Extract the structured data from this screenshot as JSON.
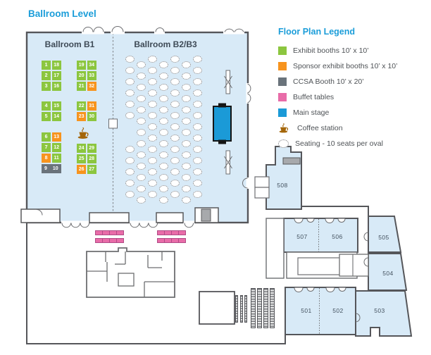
{
  "title": "Ballroom Level",
  "ballrooms": {
    "b1": "Ballroom B1",
    "b23": "Ballroom B2/B3"
  },
  "legend": {
    "title": "Floor Plan Legend",
    "items": [
      {
        "icon": "exhibit-swatch",
        "label": "Exhibit booths 10’ x 10’"
      },
      {
        "icon": "sponsor-swatch",
        "label": "Sponsor exhibit booths 10’ x 10’"
      },
      {
        "icon": "ccsa-swatch",
        "label": "CCSA Booth 10’ x 20’"
      },
      {
        "icon": "buffet-swatch",
        "label": "Buffet tables"
      },
      {
        "icon": "stage-swatch",
        "label": "Main stage"
      },
      {
        "icon": "coffee-icon",
        "label": "Coffee station"
      },
      {
        "icon": "seating-icon",
        "label": "Seating - 10 seats per oval"
      }
    ]
  },
  "booths": {
    "left_clusters": [
      [
        [
          [
            "1",
            "exhibit"
          ],
          [
            "18",
            "exhibit"
          ]
        ],
        [
          [
            "2",
            "exhibit"
          ],
          [
            "17",
            "exhibit"
          ]
        ],
        [
          [
            "3",
            "exhibit"
          ],
          [
            "16",
            "exhibit"
          ]
        ]
      ],
      [
        [
          [
            "4",
            "exhibit"
          ],
          [
            "15",
            "exhibit"
          ]
        ],
        [
          [
            "5",
            "exhibit"
          ],
          [
            "14",
            "exhibit"
          ]
        ]
      ],
      [
        [
          [
            "6",
            "exhibit"
          ],
          [
            "13",
            "sponsor"
          ]
        ],
        [
          [
            "7",
            "exhibit"
          ],
          [
            "12",
            "exhibit"
          ]
        ],
        [
          [
            "8",
            "sponsor"
          ],
          [
            "11",
            "exhibit"
          ]
        ],
        [
          [
            "9",
            "ccsa"
          ],
          [
            "10",
            "ccsa"
          ]
        ]
      ]
    ],
    "right_clusters": [
      [
        [
          [
            "19",
            "exhibit"
          ],
          [
            "34",
            "exhibit"
          ]
        ],
        [
          [
            "20",
            "exhibit"
          ],
          [
            "33",
            "exhibit"
          ]
        ],
        [
          [
            "21",
            "exhibit"
          ],
          [
            "32",
            "sponsor"
          ]
        ]
      ],
      [
        [
          [
            "22",
            "exhibit"
          ],
          [
            "31",
            "sponsor"
          ]
        ],
        [
          [
            "23",
            "sponsor"
          ],
          [
            "30",
            "exhibit"
          ]
        ]
      ],
      [
        [
          [
            "24",
            "exhibit"
          ],
          [
            "29",
            "exhibit"
          ]
        ],
        [
          [
            "25",
            "exhibit"
          ],
          [
            "28",
            "exhibit"
          ]
        ],
        [
          [
            "26",
            "sponsor"
          ],
          [
            "27",
            "exhibit"
          ]
        ]
      ]
    ]
  },
  "rooms": {
    "r501": "501",
    "r502": "502",
    "r503": "503",
    "r504": "504",
    "r505": "505",
    "r506": "506",
    "r507": "507",
    "r508": "508"
  },
  "seating": {
    "columns": 7,
    "rows": 13,
    "skip": [
      [
        0,
        6
      ],
      [
        0,
        7
      ]
    ],
    "seats_per_oval": 10
  },
  "buffet": {
    "groups": 2,
    "rows_per_group": 2,
    "tables_per_row": 4
  },
  "colors": {
    "accent_blue": "#1B9DD9",
    "exhibit": "#8CC63F",
    "sponsor": "#F7941E",
    "ccsa": "#6A737B",
    "buffet": "#E86CA8",
    "stage": "#1B9AD7",
    "room_fill": "#D8EAF7",
    "wall": "#55565A"
  }
}
